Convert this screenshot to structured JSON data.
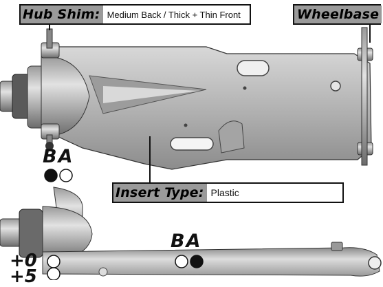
{
  "hub_shim": {
    "label": "Hub Shim:",
    "value": "Medium Back / Thick + Thin Front"
  },
  "wheelbase": {
    "label": "Wheelbase"
  },
  "insert_type": {
    "label": "Insert Type:",
    "value": "Plastic"
  },
  "top_positions": {
    "label": "BA"
  },
  "link_positions": {
    "label": "BA"
  },
  "link_offsets": {
    "plus_zero": "+0",
    "plus_five": "+5"
  },
  "colors": {
    "arm": "#b4b4b4",
    "arm_dark": "#7e7e7e",
    "outline": "#222222",
    "label_bg": "#9a9a9a",
    "dot_filled": "#111111",
    "dot_empty": "#ffffff"
  }
}
